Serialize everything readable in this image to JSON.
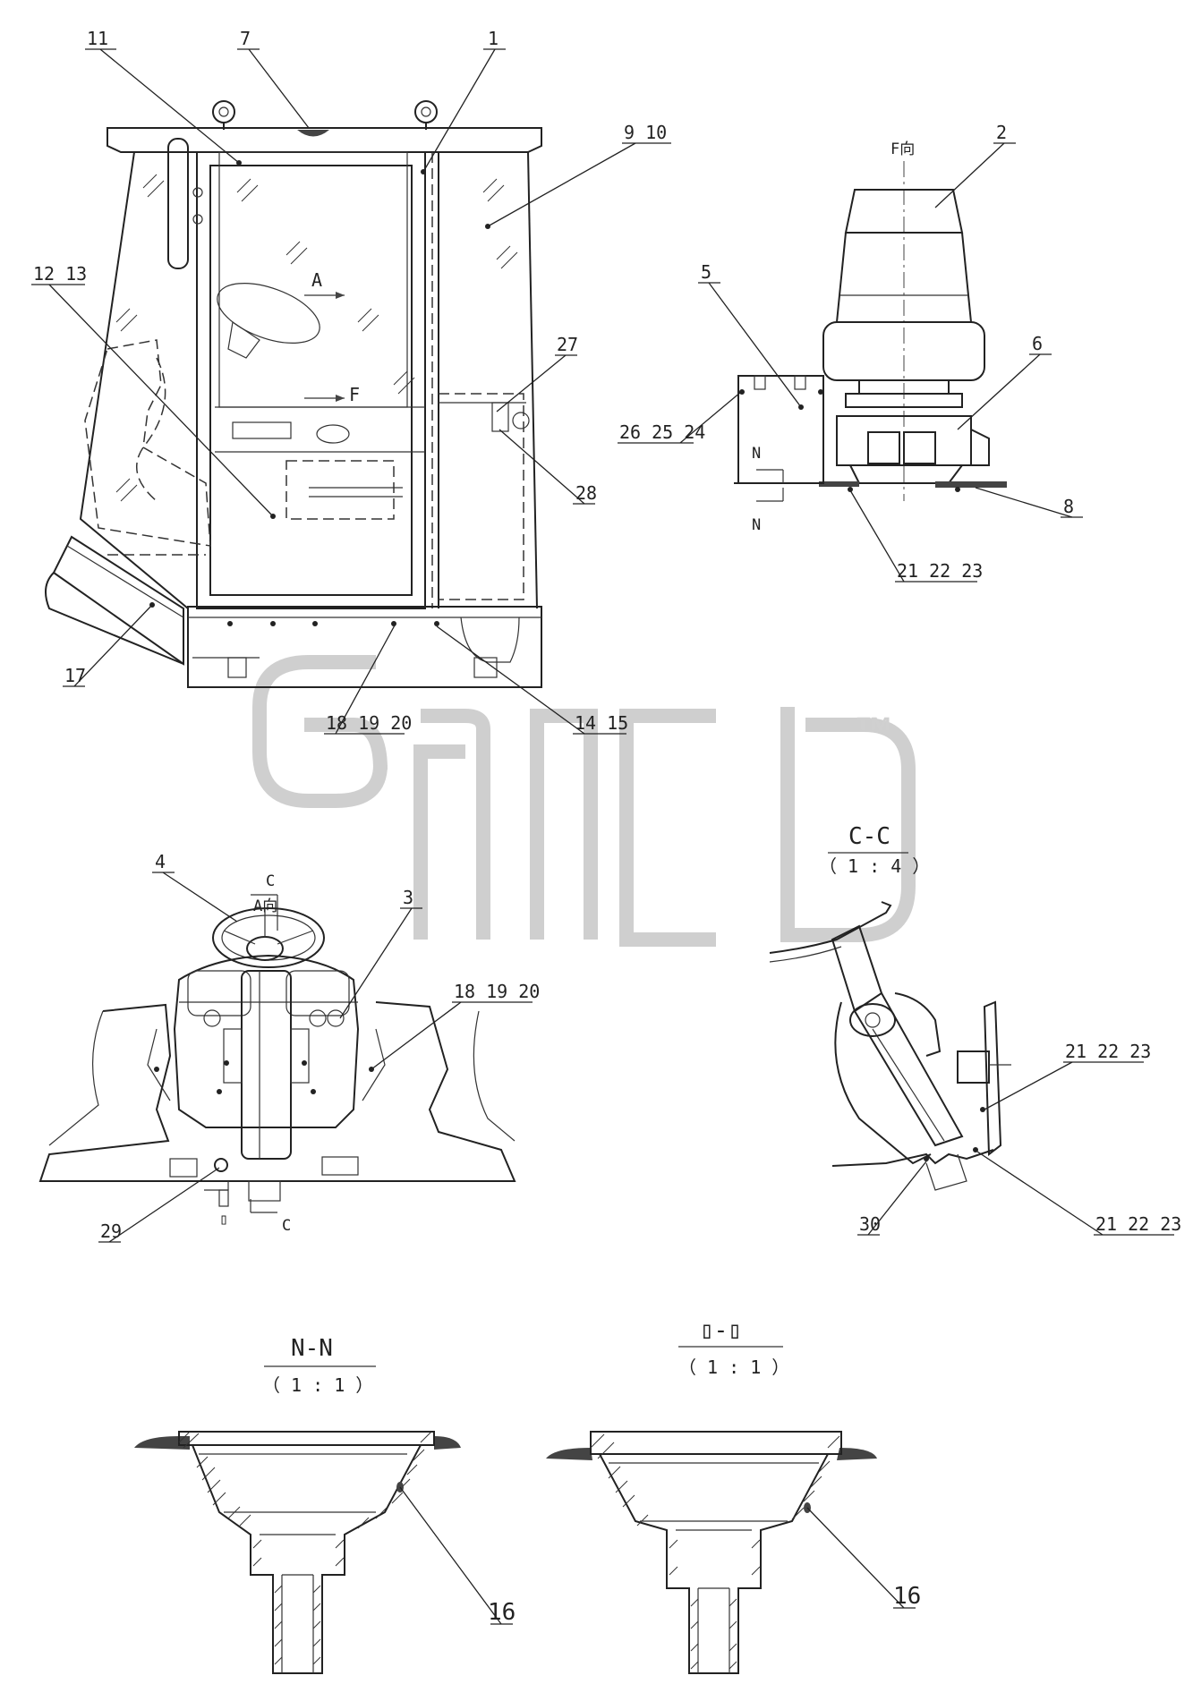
{
  "watermark": {
    "mark": "™"
  },
  "callouts": {
    "c1": "1",
    "c2": "2",
    "c3": "3",
    "c4": "4",
    "c5": "5",
    "c6": "6",
    "c7": "7",
    "c8": "8",
    "c9_10": "9  10",
    "c11": "11",
    "c12_13": "12  13",
    "c14_15": "14  15",
    "c16a": "16",
    "c16b": "16",
    "c17": "17",
    "c18_19_20a": "18  19  20",
    "c18_19_20b": "18  19  20",
    "c21_22_23a": "21  22  23",
    "c21_22_23b": "21  22  23",
    "c21_22_23c": "21  22  23",
    "c26_25_24": "26  25  24",
    "c27": "27",
    "c28": "28",
    "c29": "29",
    "c30": "30"
  },
  "view_marks": {
    "a_arrow": "A",
    "f_arrow": "F",
    "f_view": "F向",
    "a_view": "A向",
    "n_top": "N",
    "n_bottom": "N",
    "c_top": "C",
    "c_bottom": "C",
    "box_mark": "▯"
  },
  "sections": {
    "cc_title": "C-C",
    "cc_scale": "（ 1 : 4 ）",
    "nn_title": "N-N",
    "nn_scale": "（ 1 : 1 ）",
    "box_title": "▯-▯",
    "box_scale": "（ 1 : 1 ）"
  }
}
